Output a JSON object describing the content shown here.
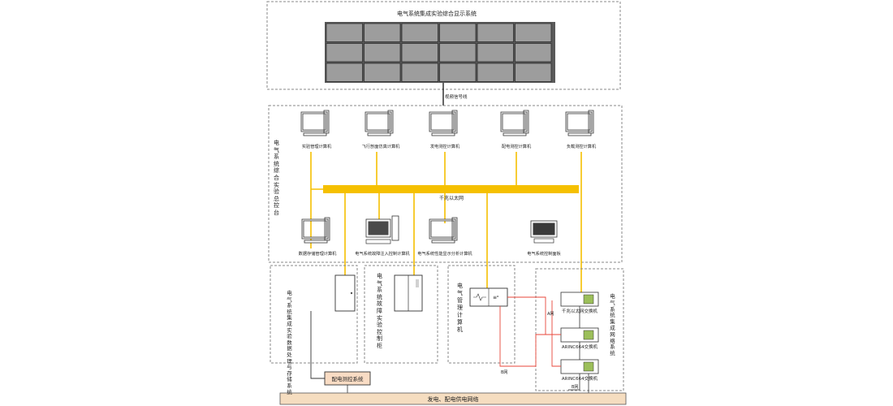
{
  "display_system": {
    "title": "电气系统集成实验综合显示系统"
  },
  "video_link_label": "视频信号线",
  "console": {
    "title": "电气系统综合实验总控台",
    "network_label": "千兆以太网",
    "top_terminals": [
      {
        "label": "实验管理计算机"
      },
      {
        "label": "飞行剖面仿真计算机"
      },
      {
        "label": "发电测控计算机"
      },
      {
        "label": "配电测控计算机"
      },
      {
        "label": "负载测控计算机"
      }
    ],
    "bottom_terminals": [
      {
        "label": "数据存储管理计算机"
      },
      {
        "label": "电气系统故障注入控制计算机"
      },
      {
        "label": "电气系统性能显示分析计算机"
      },
      {
        "label": "电气系统控制面板"
      }
    ]
  },
  "subsystems": {
    "data_processing": "电气系统集成实验数据处理与存储系统",
    "fault_cabinet": "电气系统故障实验控制柜",
    "management_computer": "电气管理计算机",
    "network_system": "电气系统集成网络系统"
  },
  "switches": [
    {
      "label": "千兆以太网交换机"
    },
    {
      "label": "ARINC664交换机"
    },
    {
      "label": "ARINC664交换机"
    }
  ],
  "link_labels": [
    "A网",
    "B网"
  ],
  "distribution_control": "配电测控系统",
  "power_grid": "发电、配电供电网络",
  "colors": {
    "ethernet_bus": "#f5c000",
    "power_bar": "#f5ddc0",
    "distribution_box": "#f9dcc4",
    "arinc_link": "#e8463a",
    "screen": "#9d9d9d",
    "dashed_border": "#888888"
  }
}
